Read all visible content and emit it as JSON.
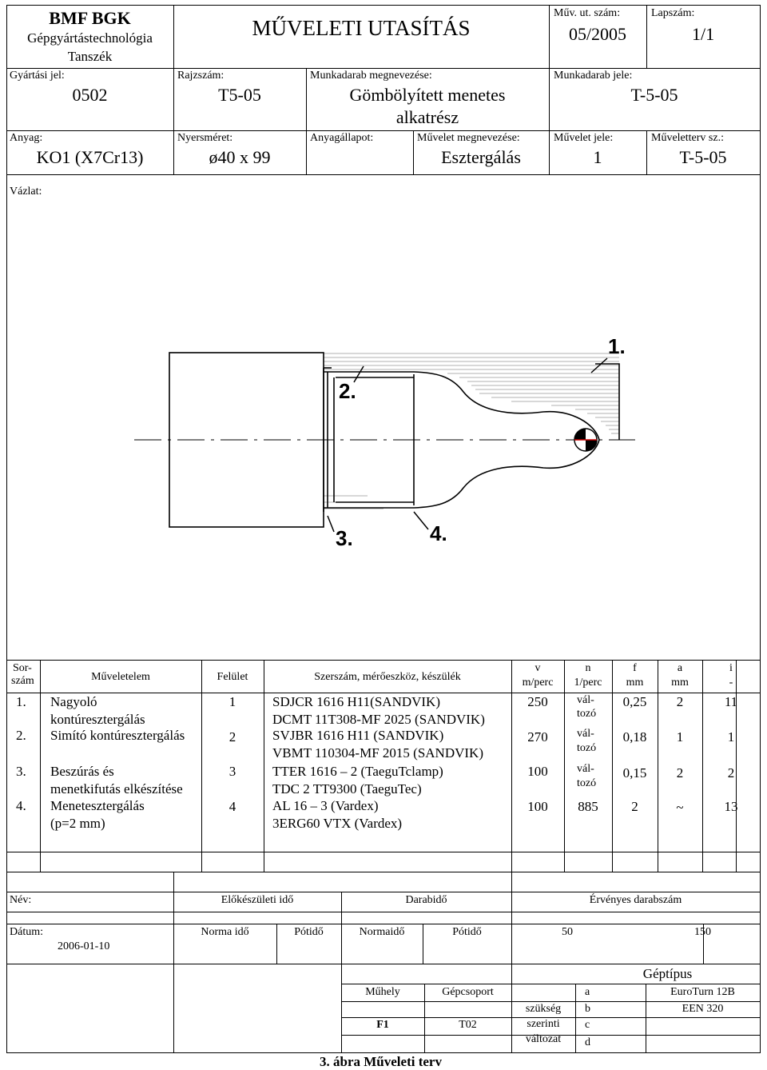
{
  "header": {
    "org_name": "BMF BGK",
    "org_dept_line1": "Gépgyártástechnológia",
    "org_dept_line2": "Tanszék",
    "doc_title": "MŰVELETI UTASÍTÁS",
    "muv_ut_label": "Műv. ut. szám:",
    "muv_ut_value": "05/2005",
    "lapszam_label": "Lapszám:",
    "lapszam_value": "1/1",
    "gyartasi_jel_label": "Gyártási jel:",
    "gyartasi_jel_value": "0502",
    "rajzszam_label": "Rajzszám:",
    "rajzszam_value": "T5-05",
    "munkadarab_nev_label": "Munkadarab megnevezése:",
    "munkadarab_nev_line1": "Gömbölyített menetes",
    "munkadarab_nev_line2": "alkatrész",
    "munkadarab_jel_label": "Munkadarab jele:",
    "munkadarab_jel_value": "T-5-05",
    "anyag_label": "Anyag:",
    "anyag_value": "KO1 (X7Cr13)",
    "nyersmeret_label": "Nyersméret:",
    "nyersmeret_symbol": "ø",
    "nyersmeret_value": "40 x 99",
    "anyagallapot_label": "Anyagállapot:",
    "muvelet_nev_label": "Művelet megnevezése:",
    "muvelet_nev_value": "Esztergálás",
    "muvelet_jel_label": "Művelet jele:",
    "muvelet_jel_value": "1",
    "muveletterv_label": "Műveletterv sz.:",
    "muveletterv_value": "T-5-05"
  },
  "sketch": {
    "label": "Vázlat:",
    "callouts": [
      "1.",
      "2.",
      "3.",
      "4."
    ]
  },
  "ops_table": {
    "headers": {
      "sor_line1": "Sor-",
      "sor_line2": "szám",
      "muveletelem": "Műveletelem",
      "felulet": "Felület",
      "szerszam": "Szerszám, mérőeszköz, készülék",
      "v_line1": "v",
      "v_line2": "m/perc",
      "n_line1": "n",
      "n_line2": "1/perc",
      "f_line1": "f",
      "f_line2": "mm",
      "a_line1": "a",
      "a_line2": "mm",
      "i_line1": "i",
      "i_line2": "-"
    },
    "rows": [
      {
        "num": "1.",
        "elem1": "Nagyoló",
        "elem2": "kontúresztergálás",
        "felulet": "1",
        "tool1": "SDJCR 1616 H11(SANDVIK)",
        "tool2": "DCMT 11T308-MF 2025 (SANDVIK)",
        "v": "250",
        "n1": "vál-",
        "n2": "tozó",
        "f": "0,25",
        "a": "2",
        "i": "11"
      },
      {
        "num": "2.",
        "elem1": "Simító kontúresztergálás",
        "elem2": "",
        "felulet": "2",
        "tool1": "SVJBR 1616 H11 (SANDVIK)",
        "tool2": "VBMT 110304-MF 2015 (SANDVIK)",
        "v": "270",
        "n1": "vál-",
        "n2": "tozó",
        "f": "0,18",
        "a": "1",
        "i": "1"
      },
      {
        "num": "3.",
        "elem1": "Beszúrás és",
        "elem2": "menetkifutás elkészítése",
        "felulet": "3",
        "tool1": "TTER 1616 – 2 (TaeguTclamp)",
        "tool2": "TDC 2 TT9300 (TaeguTec)",
        "v": "100",
        "n1": "vál-",
        "n2": "tozó",
        "f": "0,15",
        "a": "2",
        "i": "2"
      },
      {
        "num": "4.",
        "elem1": "Menetesztergálás",
        "elem2": "(p=2 mm)",
        "felulet": "4",
        "tool1": "AL 16 – 3 (Vardex)",
        "tool2": "3ERG60 VTX (Vardex)",
        "v": "100",
        "n1": "885",
        "n2": "",
        "f": "2",
        "a": "~",
        "i": "13"
      }
    ]
  },
  "footer": {
    "nev_label": "Név:",
    "elokeszuleti": "Előkészületi idő",
    "darabido": "Darabidő",
    "ervenyes": "Érvényes darabszám",
    "datum_label": "Dátum:",
    "datum_value": "2006-01-10",
    "norma_ido": "Norma idő",
    "potido1": "Pótidő",
    "normaido": "Normaidő",
    "potido2": "Pótidő",
    "val_50": "50",
    "val_150": "150",
    "geptipus": "Géptípus",
    "muhely": "Műhely",
    "gepcsoport": "Gépcsoport",
    "muhely_value": "F1",
    "gepcsoport_value": "T02",
    "szukseg1": "szükség",
    "szukseg2": "szerinti",
    "szukseg3": "változat",
    "variants": [
      {
        "letter": "a",
        "value": "EuroTurn 12B"
      },
      {
        "letter": "b",
        "value": "EEN 320"
      },
      {
        "letter": "c",
        "value": ""
      },
      {
        "letter": "d",
        "value": ""
      }
    ],
    "caption": "3. ábra Műveleti terv"
  }
}
